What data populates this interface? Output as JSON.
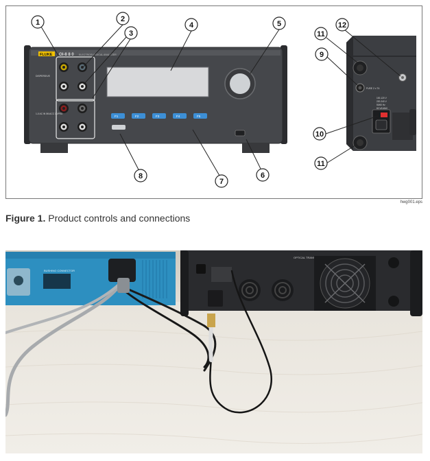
{
  "figure": {
    "code": "hwg001.eps",
    "caption_label": "Figure 1.",
    "caption_text": " Product controls and connections",
    "callouts": [
      "1",
      "2",
      "3",
      "4",
      "5",
      "6",
      "7",
      "8",
      "9",
      "10",
      "11",
      "11",
      "12"
    ],
    "panel": {
      "brand": "FLUKE",
      "model": "OI-8 8 0",
      "subtitle": "ELECTROSURGICAL ANALYZER",
      "button_labels": [
        "F1",
        "F2",
        "F3",
        "F4",
        "F5"
      ],
      "left_label_top": "DISPERSIVE",
      "left_label_bottom": "1-0 AC IN 5K/ACC 10/PED"
    },
    "rear": {
      "label_fuse": "FUSE 2 x T4",
      "rating_lines": [
        "100-120 V",
        "220-240 V",
        "50/60 Hz",
        "60 VA MAX"
      ]
    }
  },
  "photo": {
    "label_left": "BUSHING CONNECTOR",
    "label_rear": "OPTICAL TRANSMITTER MODULE"
  },
  "colors": {
    "panel_dark": "#3b3d40",
    "panel_mid": "#4a4c50",
    "button_blue": "#3c8fd6",
    "brand_yellow": "#f2c200",
    "blue_unit": "#2d8fc0"
  }
}
